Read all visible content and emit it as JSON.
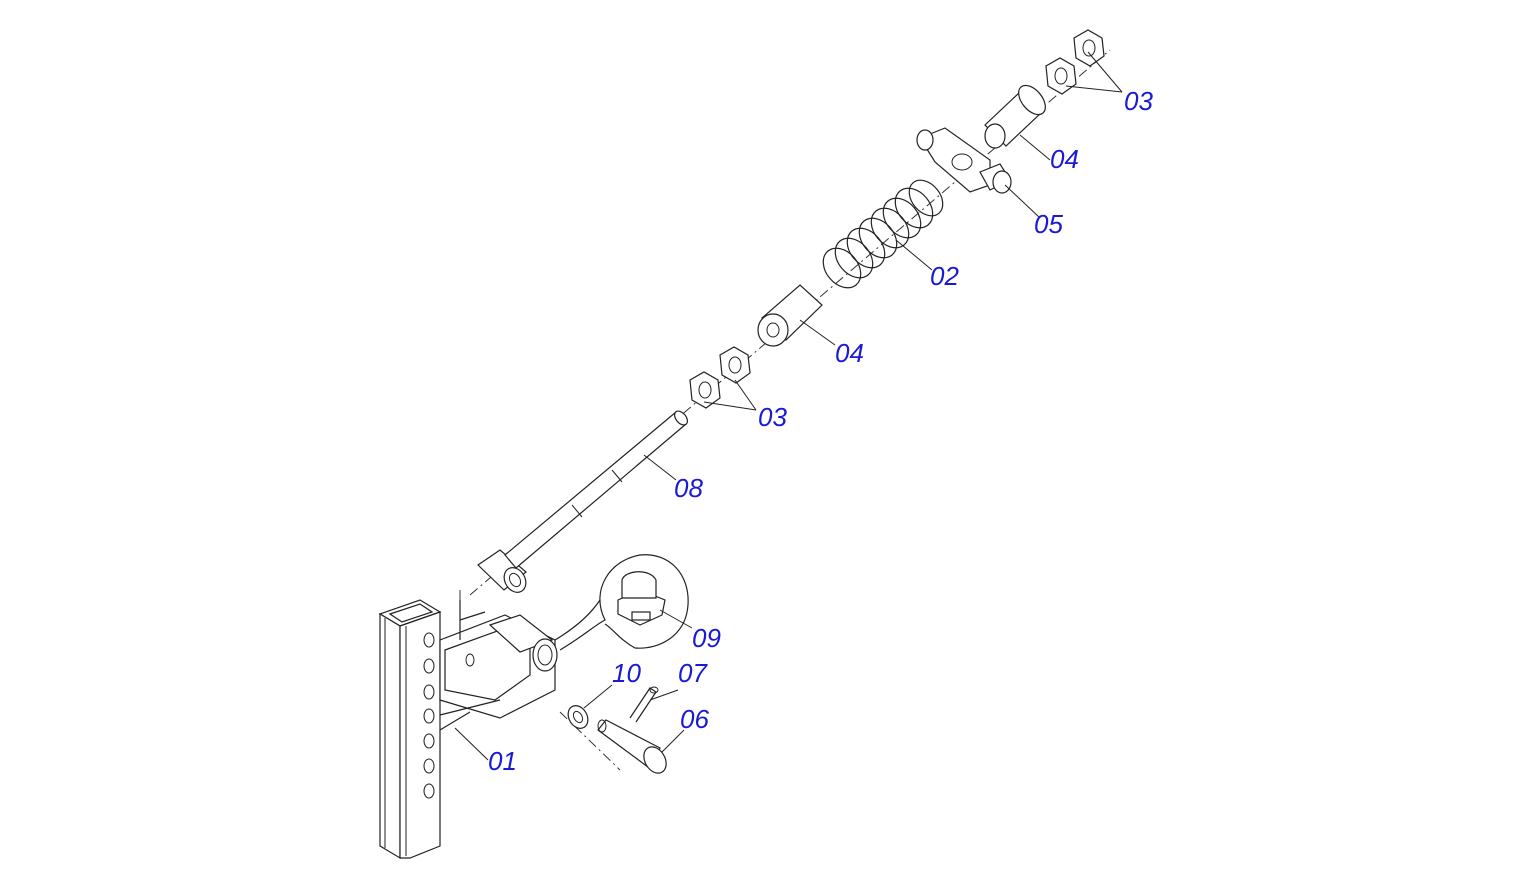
{
  "callouts": {
    "c01": "01",
    "c02": "02",
    "c03_top": "03",
    "c03_mid": "03",
    "c04_top": "04",
    "c04_mid": "04",
    "c05": "05",
    "c06": "06",
    "c07": "07",
    "c08": "08",
    "c09": "09",
    "c10": "10"
  },
  "colors": {
    "callout": "#1a1ad6",
    "line": "#222222",
    "background": "#ffffff"
  }
}
